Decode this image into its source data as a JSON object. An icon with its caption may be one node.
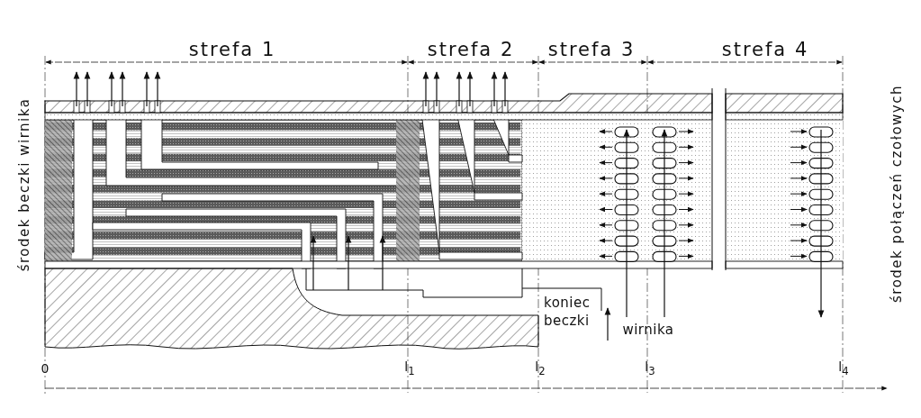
{
  "diagram": {
    "labels": [
      "strefa 1",
      "strefa 2",
      "strefa 3",
      "strefa 4",
      "środek beczki wirnika",
      "środek połączeń czołowych",
      "koniec beczki",
      "wirnika",
      "0",
      "l$_{1}$",
      "l$_{2}$",
      "l$_{3}$",
      "l$_{4}$"
    ]
  }
}
